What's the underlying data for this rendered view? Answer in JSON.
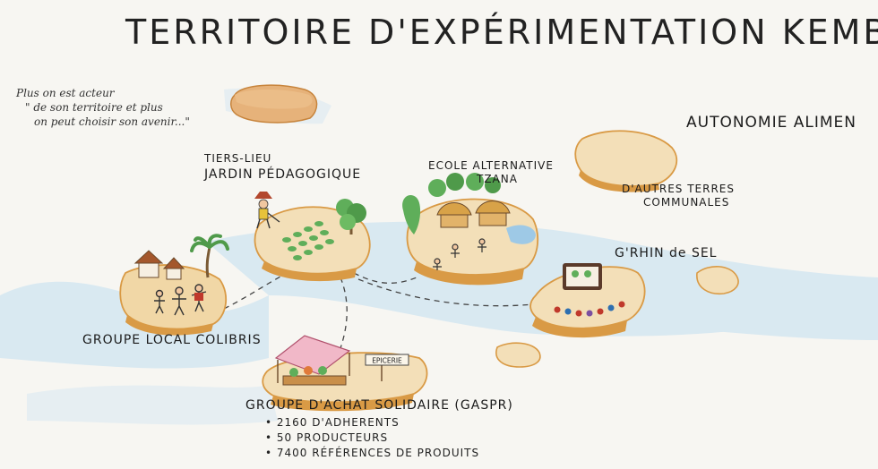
{
  "title": "TERRITOIRE D'EXPÉRIMENTATION KEMBS",
  "quote": {
    "line1": "Plus on est acteur",
    "line2": "\" de son territoire et plus",
    "line3": "on peut choisir son avenir...\""
  },
  "theme": "AUTONOMIE ALIMEN",
  "nodes": {
    "tiers_lieu": {
      "line1": "TIERS-LIEU",
      "line2": "JARDIN PÉDAGOGIQUE"
    },
    "ecole": {
      "line1": "ECOLE ALTERNATIVE",
      "line2": "TZANA"
    },
    "autres_terres": {
      "line1": "D'AUTRES TERRES",
      "line2": "COMMUNALES"
    },
    "grhin": {
      "label": "G'RHIN de SEL"
    },
    "colibris": {
      "label": "GROUPE LOCAL COLIBRIS"
    },
    "gaspr": {
      "label": "GROUPE D'ACHAT SOLIDAIRE (GASPR)",
      "sign": "EPICERIE",
      "bullets": [
        "2160 D'ADHERENTS",
        "50 PRODUCTEURS",
        "7400 RÉFÉRENCES DE PRODUITS"
      ]
    }
  },
  "colors": {
    "island_top": "#f3dfb8",
    "island_edge": "#d99a45",
    "water": "#cfe4f1",
    "tree": "#5fae5a",
    "ink": "#1f1f1f"
  }
}
